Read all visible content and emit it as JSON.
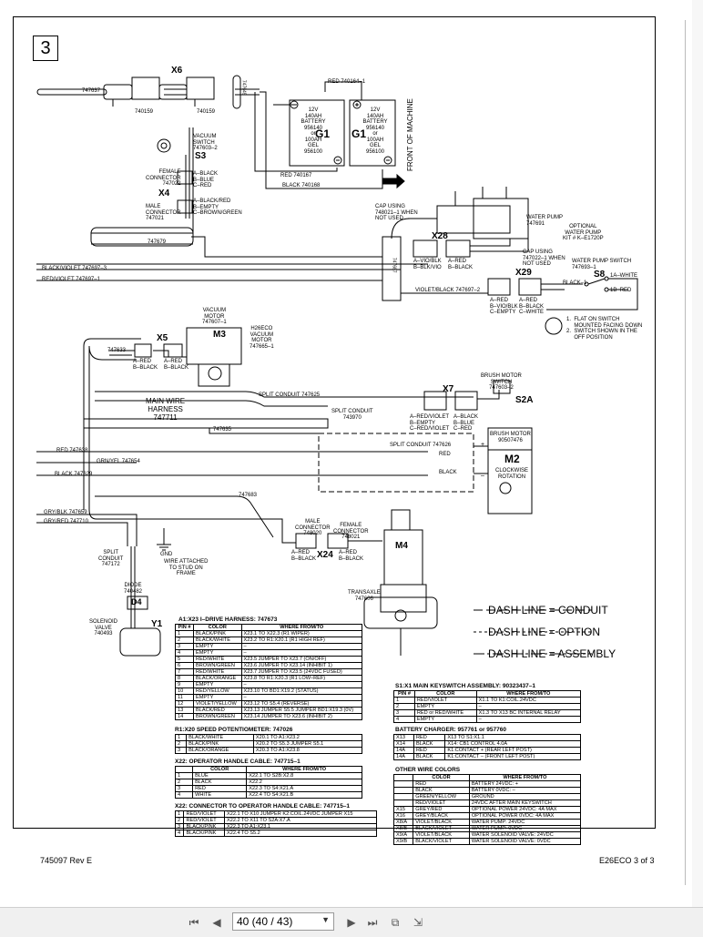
{
  "page_number": "3",
  "labels": {
    "x6": "X6",
    "g1a": "G1",
    "g1b": "G1",
    "s3": "S3",
    "x4": "X4",
    "x28": "X28",
    "x29": "X29",
    "s8": "S8",
    "m3": "M3",
    "x5": "X5",
    "x7": "X7",
    "s2a": "S2A",
    "m2": "M2",
    "x24": "X24",
    "m4": "M4",
    "d4": "D4",
    "y1": "Y1"
  },
  "notes": {
    "p740159a": "740159",
    "p740159b": "740159",
    "w747637": "747637",
    "w747649": "747649",
    "red_740164": "RED 740164–1",
    "battery1": "12V\n140AH\nBATTERY\n956140\nor\n100AH\nGEL\n956100",
    "battery2": "12V\n140AH\nBATTERY\n956140\nor\n100AH\nGEL\n956100",
    "front": "FRONT OF MACHINE",
    "red_740167": "RED 740167",
    "black_740168": "BLACK 740168",
    "vacuum_switch": "VACUUM\nSWITCH\n747603–2",
    "female_conn_x4": "FEMALE\nCONNECTOR\n747022",
    "x4_pins_f": "A–BLACK\nB–BLUE\nC–RED",
    "male_conn_x4": "MALE\nCONNECTOR\n747021",
    "x4_pins_m": "A–BLACK/RED\nB–EMPTY\nC–BROWN/GREEN",
    "w747679": "747679",
    "cap_using_1": "CAP USING\n748021–1 WHEN\nNOT USED",
    "water_pump": "WATER PUMP\n747691",
    "optional_pump": "OPTIONAL\nWATER PUMP\nKIT # K–E1720P",
    "cap_using_2": "CAP USING\n747022–1 WHEN\nNOT USED",
    "water_pump_switch": "WATER PUMP SWITCH\n747693–1",
    "x28_pins_a": "A–VIO/BLK\nB–BLK/VIO",
    "x28_pins_b": "A–RED\nB–BLACK",
    "black_violet": "BLACK/VIOLET  747697–3",
    "red_violet": "RED/VIOLET  747697–1",
    "w747687": "747687",
    "violet_black": "VIOLET/BLACK 747697–2",
    "black_1": "BLACK–1",
    "s8_1a": "1A–WHITE",
    "s8_1b": "1B–RED",
    "x29_pins_a": "A–RED\nB–VIO/BLK\nC–EMPTY",
    "x29_pins_b": "A–RED\nB–BLACK\nC–WHITE",
    "switch_note": "1.  FLAT ON SWITCH\n     MOUNTED FACING DOWN\n2.  SWITCH SHOWN IN THE\n     OFF POSITION",
    "vacuum_motor": "VACUUM\nMOTOR\n747607–1",
    "h26eco": "H26ECO\nVACUUM\nMOTOR\n747665–1",
    "w747633": "747633",
    "x5_pins_a": "A–RED\nB–BLACK",
    "x5_pins_b": "A–RED\nB–BLACK",
    "brush_switch": "BRUSH MOTOR\nSWITCH\n747603–2",
    "split_747625": "SPLIT CONDUIT 747625",
    "main_harness": "MAIN WIRE\nHARNESS\n747711",
    "split_743970": "SPLIT CONDUIT\n743970",
    "x7_pins_a": "A–RED/VIOLET\nB–EMPTY\nC–RED/VIOLET",
    "x7_pins_b": "A–BLACK\nB–BLUE\nC–RED",
    "w747635": "747635",
    "split_747626": "SPLIT CONDUIT 747626",
    "brush_motor": "BRUSH MOTOR\n90507476",
    "red_747638": "RED 747638",
    "red": "RED",
    "grn_yel": "GRN/YEL 747654",
    "black_747629": "BLACK 747629",
    "black": "BLACK",
    "clockwise": "CLOCKWISE\nROTATION",
    "w747683": "747683",
    "gry_blk": "GRY/BLK 747659",
    "gry_red": "GRY/RED 747710",
    "male_conn_x24": "MALE\nCONNECTOR\n748020",
    "female_conn_x24": "FEMALE\nCONNECTOR\n748021",
    "x24_pins_a": "A–RED\nB–BLACK",
    "x24_pins_b": "A–RED\nB–BLACK",
    "gnd": "GND",
    "wire_attached": "WIRE ATTACHED\nTO STUD ON\nFRAME",
    "split_747172": "SPLIT\nCONDUIT\n747172",
    "diode": "DIODE\n740482",
    "solenoid": "SOLENOID\nVALVE\n740493",
    "transaxle": "TRANSAXLE\n747606",
    "plus": "+",
    "minus": "–"
  },
  "legend": [
    {
      "label": "DASH LINE  =  CONDUIT"
    },
    {
      "label": "DASH LINE  =  OPTION"
    },
    {
      "label": "DASH LINE  =  ASSEMBLY"
    }
  ],
  "tables": {
    "drive": {
      "title": "A1:X23 I–DRIVE HARNESS: 747673",
      "headers": [
        "PIN #",
        "COLOR",
        "WHERE FROM/TO"
      ],
      "rows": [
        [
          "1",
          "BLACK/PINK",
          "X23.1 TO X22.3 (R1 WIPER)"
        ],
        [
          "2",
          "BLACK/WHITE",
          "X23.2 TO R1:X20.1 (R1 HIGH REF)"
        ],
        [
          "3",
          "EMPTY",
          "–"
        ],
        [
          "4",
          "EMPTY",
          "–"
        ],
        [
          "5",
          "RED/WHITE",
          "X23.5 JUMPER TO X23.7 (ON/OFF)"
        ],
        [
          "6",
          "BROWN/GREEN",
          "X23.6 JUMPER TO X23.14 (INHIBIT 1)"
        ],
        [
          "7",
          "RED/WHITE",
          "X23.7 JUMPER TO X23.5 (24VDC FUSED)"
        ],
        [
          "8",
          "BLACK/ORANGE",
          "X23.8 TO R1:X20.3 (R1 LOW–REF)"
        ],
        [
          "9",
          "EMPTY",
          "–"
        ],
        [
          "10",
          "RED/YELLOW",
          "X23.10 TO BD1:X19.2 (STATUS)"
        ],
        [
          "11",
          "EMPTY",
          "–"
        ],
        [
          "12",
          "VIOLET/YELLOW",
          "X23.12 TO S5.4 (REVERSE)"
        ],
        [
          "13",
          "BLACK/RED",
          "X23.13 JUMPER S5.5 JUMPER BD1:X19.3 (0V)"
        ],
        [
          "14",
          "BROWN/GREEN",
          "X23.14 JUMPER TO X23.6 (INHIBIT 2)"
        ]
      ]
    },
    "speed": {
      "title": "R1:X20 SPEED POTENTIOMETER: 747026",
      "rows": [
        [
          "1",
          "BLACK/WHITE",
          "X20.1 TO A1:X23.2"
        ],
        [
          "2",
          "BLACK/PINK",
          "X20.2 TO S5.3 JUMPER S5.1"
        ],
        [
          "3",
          "BLACK/ORANGE",
          "X20.3 TO A1:X23.8"
        ]
      ]
    },
    "handle": {
      "title": "X22: OPERATOR HANDLE CABLE: 747715–1",
      "headers": [
        "COLOR",
        "WHERE FROM/TO"
      ],
      "rows": [
        [
          "1",
          "BLUE",
          "X22.1 TO S2B:X2.8"
        ],
        [
          "2",
          "BLACK",
          "X22.2"
        ],
        [
          "3",
          "RED",
          "X22.3 TO S4:X21.A"
        ],
        [
          "4",
          "WHITE",
          "X22.4 TO S4:X21.B"
        ]
      ]
    },
    "connector": {
      "title": "X22: CONNECTOR TO OPERATOR HANDLE CABLE: 747715–1",
      "rows": [
        [
          "1",
          "RED/VIOLET",
          "X22.1 TO X10 JUMPER K2:COIL.24VDC JUMPER X15"
        ],
        [
          "2",
          "RED/VIOLET",
          "X22.2 TO X11 TO S2A:X7.A"
        ],
        [
          "3",
          "BLACK/PINK",
          "X22.3 TO A1:X23.1"
        ],
        [
          "4",
          "BLACK/PINK",
          "X22.4 TO S5.2"
        ]
      ]
    },
    "keyswitch": {
      "title": "S1:X1 MAIN KEYSWITCH ASSEMBLY: 90323437–1",
      "headers": [
        "PIN #",
        "COLOR",
        "WHERE FROM/TO"
      ],
      "rows": [
        [
          "1",
          "RED/VIOLET",
          "X1.1 TO K1:COIL.24VDC"
        ],
        [
          "2",
          "EMPTY",
          "–"
        ],
        [
          "3",
          "RED or RED/WHITE",
          "X1.3 TO X13 BC INTERNAL RELAY"
        ],
        [
          "4",
          "EMPTY",
          "–"
        ]
      ]
    },
    "charger": {
      "title": "BATTERY CHARGER: 957761 or 957760",
      "rows": [
        [
          "X13",
          "RED",
          "X13 TO S1:X1.1"
        ],
        [
          "X14",
          "BLACK",
          "X14: CB1 CONTROL 4.0A"
        ],
        [
          "14A",
          "RED",
          "K1:CONTACT + (REAR LEFT POST)"
        ],
        [
          "14A",
          "BLACK",
          "K1:CONTACT – (FRONT LEFT POST)"
        ]
      ]
    },
    "other": {
      "title": "OTHER WIRE COLORS",
      "headers": [
        "",
        "COLOR",
        "WHERE FROM/TO"
      ],
      "rows": [
        [
          "",
          "RED",
          "BATTERY 24VDC: +"
        ],
        [
          "",
          "BLACK",
          "BATTERY 0VDC: –"
        ],
        [
          "",
          "GREEN/YELLOW",
          "GROUND"
        ],
        [
          "",
          "RED/VIOLET",
          "24VDC AFTER MAIN KEYSWITCH"
        ],
        [
          "X15",
          "GREY/RED",
          "OPTIONAL POWER 24VDC: 4A MAX"
        ],
        [
          "X16",
          "GREY/BLACK",
          "OPTIONAL POWER 0VDC: 4A MAX"
        ],
        [
          "X8/A",
          "VIOLET/BLACK",
          "WATER PUMP: 24VDC"
        ],
        [
          "X8/B",
          "BLACK/VIOLET",
          "WATER PUMP: 0VDC"
        ],
        [
          "X9/A",
          "VIOLET/BLACK",
          "WATER SOLENOID VALVE: 24VDC"
        ],
        [
          "X9/B",
          "BLACK/VIOLET",
          "WATER SOLENOID VALVE: 0VDC"
        ]
      ]
    }
  },
  "footer": {
    "left": "745097  Rev  E",
    "right": "E26ECO  3  of  3"
  },
  "viewer": {
    "page_field": "40 (40 / 43)"
  }
}
